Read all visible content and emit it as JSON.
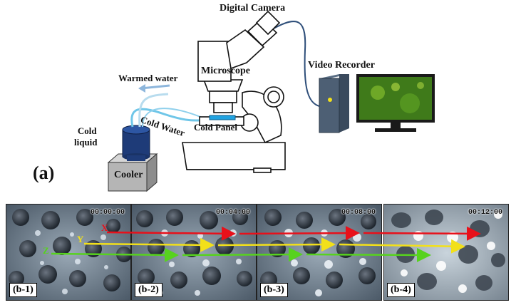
{
  "figure": {
    "part_a_label": "(a)",
    "labels": {
      "digital_camera": "Digital Camera",
      "video_recorder": "Video Recorder",
      "microscope": "Microscope",
      "warmed_water": "Warmed water",
      "cold_water": "Cold Water",
      "cold_panel": "Cold Panel",
      "cold_liquid_line1": "Cold",
      "cold_liquid_line2": "liquid",
      "cooler": "Cooler"
    },
    "arrow_markers": {
      "x": "X",
      "y": "Y",
      "z": "Z"
    },
    "colors": {
      "tube": "#6fc6e8",
      "liquid_tank": "#1e3b78",
      "cooler_box": "#b5b5b5",
      "cold_panel": "#1fa2e0",
      "monitor_screen": "#3f7a1a",
      "arrow_x": "#e8101a",
      "arrow_y": "#f2e01a",
      "arrow_z": "#57d21e"
    },
    "panels": [
      {
        "label": "(b-1)",
        "timestamp": "00:00:00"
      },
      {
        "label": "(b-2)",
        "timestamp": "00:04:00"
      },
      {
        "label": "(b-3)",
        "timestamp": "00:08:00"
      },
      {
        "label": "(b-4)",
        "timestamp": "00:12:00"
      }
    ]
  }
}
